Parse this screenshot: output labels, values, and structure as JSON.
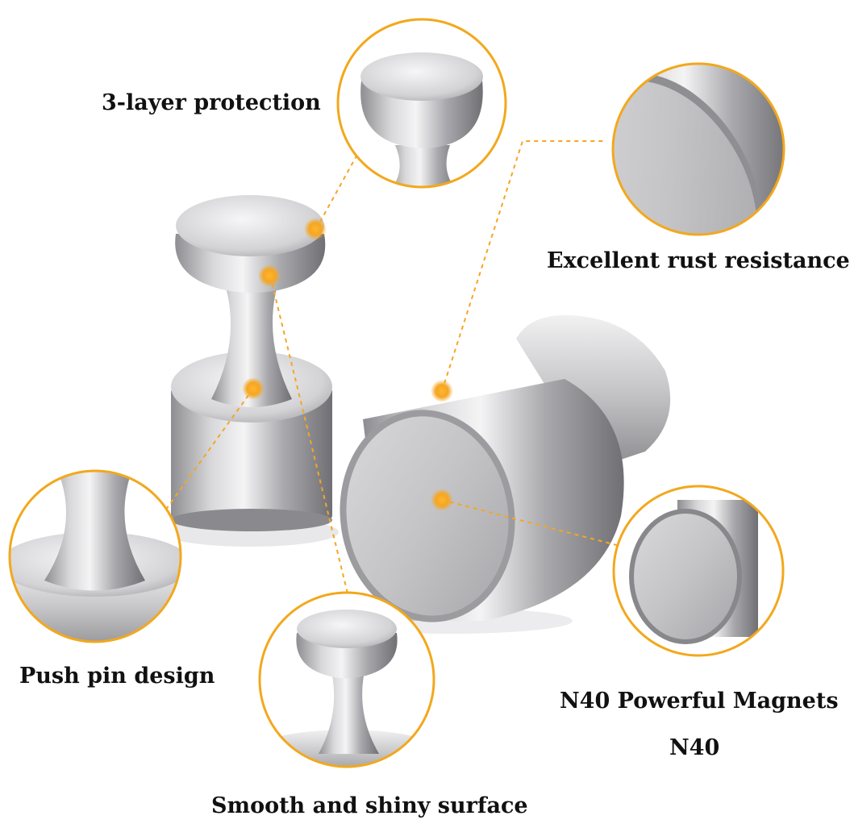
{
  "labels": {
    "protection": "3-layer protection",
    "rust": "Excellent rust resistance",
    "pushpin": "Push pin design",
    "smooth": "Smooth and shiny surface",
    "magnets": "N40 Powerful Magnets",
    "grade": "N40"
  },
  "colors": {
    "accent": "#f5a623",
    "callout_ring": "#f2a81d",
    "metal_light": "#e9e9ea",
    "metal_mid": "#b9b9bc",
    "metal_dark": "#77777b"
  }
}
